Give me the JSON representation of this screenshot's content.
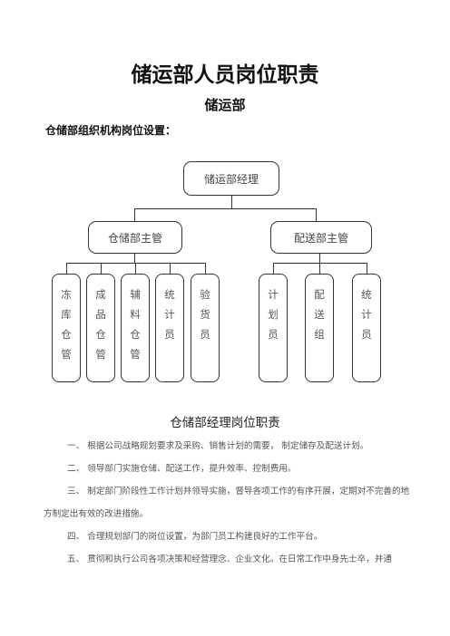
{
  "title": "储运部人员岗位职责",
  "subtitle": "储运部",
  "section_label": "仓储部组织机构岗位设置：",
  "org": {
    "root": "储运部经理",
    "managers": [
      "仓储部主管",
      "配送部主管"
    ],
    "warehouse_staff": [
      [
        "冻",
        "库",
        "仓",
        "管"
      ],
      [
        "成",
        "品",
        "仓",
        "管"
      ],
      [
        "辅",
        "料",
        "仓",
        "管"
      ],
      [
        "统",
        "计",
        "员"
      ],
      [
        "验",
        "货",
        "员"
      ]
    ],
    "delivery_staff": [
      [
        "计",
        "划",
        "员"
      ],
      [
        "配",
        "送",
        "组"
      ],
      [
        "统",
        "计",
        "员"
      ]
    ]
  },
  "responsibilities": {
    "heading": "仓储部经理岗位职责",
    "items": [
      "一、 根据公司战略规划要求及采购、销售计划的需要， 制定储存及配送计划。",
      "二、 领导部门实施仓储、配送工作，提升效率、控制费用。",
      "三、 制定部门阶段性工作计划并领导实施，督导各项工作的有序开展，定期对不完善的地方制定出有效的改进措施。",
      "四、 合理规划部门的岗位设置，为部门员工构建良好的工作平台。",
      "五、 贯彻和执行公司各项决策和经营理念、企业文化。在日常工作中身先士卒，并通"
    ]
  }
}
